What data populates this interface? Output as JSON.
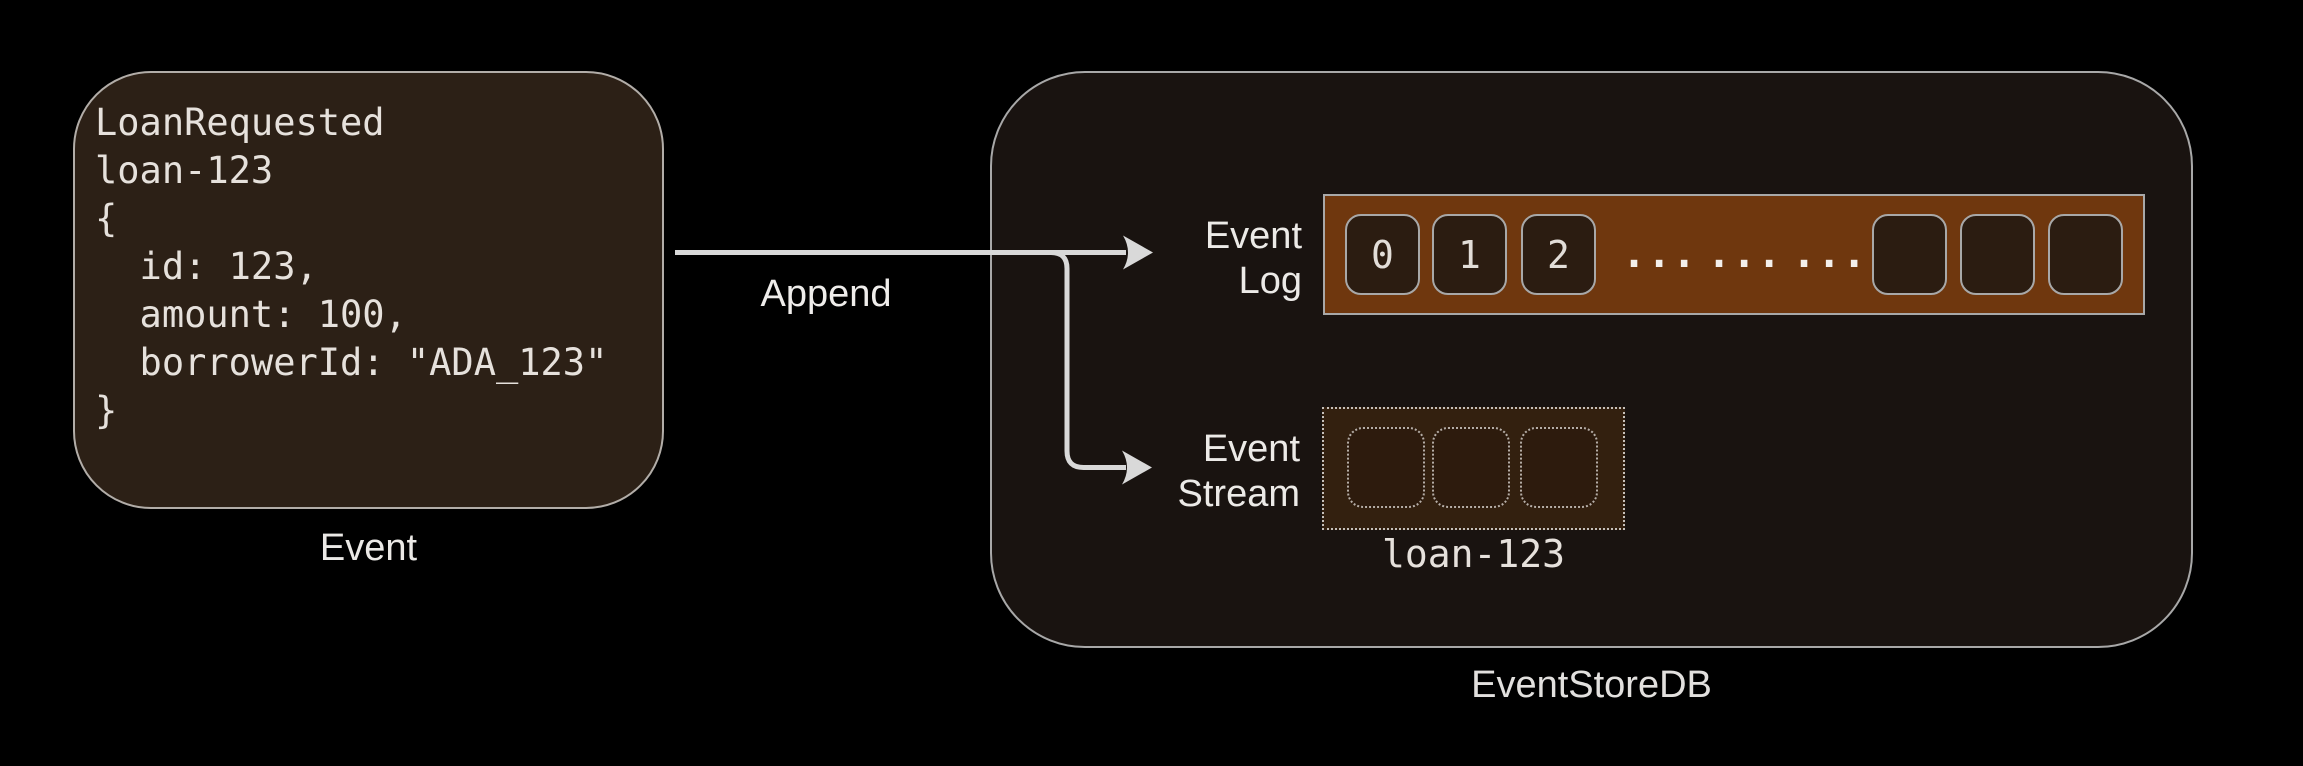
{
  "event_card": {
    "code": "LoanRequested\nloan-123\n{\n  id: 123,\n  amount: 100,\n  borrowerId: \"ADA_123\"\n}",
    "caption": "Event"
  },
  "append_label": "Append",
  "eventstore": {
    "caption": "EventStoreDB",
    "event_log": {
      "label_line1": "Event",
      "label_line2": "Log",
      "cells": [
        "0",
        "1",
        "2"
      ],
      "ellipsis_groups": [
        "...",
        "...",
        "..."
      ],
      "empty_cell_count": 3
    },
    "event_stream": {
      "label_line1": "Event",
      "label_line2": "Stream",
      "caption": "loan-123",
      "empty_cell_count": 3
    }
  },
  "colors": {
    "background": "#000000",
    "event_card_bg": "#2c2016",
    "container_bg": "#191310",
    "log_bar_bg": "#6f370e",
    "log_cell_bg": "#2b1c11",
    "stream_box_bg": "#33200f",
    "border_light": "#a8a8a8",
    "text": "#e6e1dc",
    "arrow": "#d9d9d9"
  }
}
